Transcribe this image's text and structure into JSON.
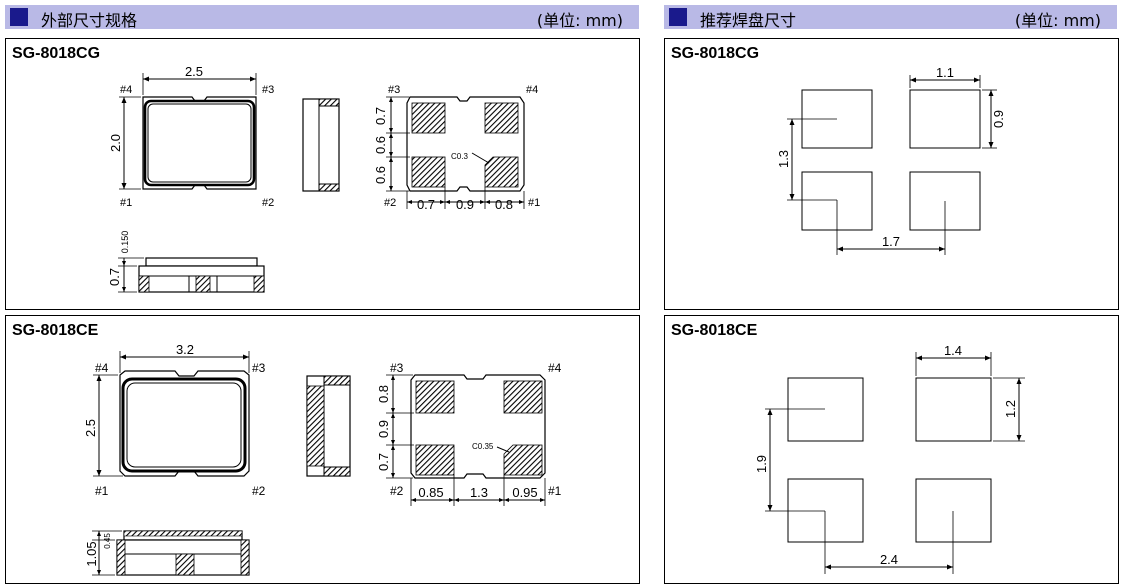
{
  "headers": {
    "left": {
      "title": "外部尺寸规格",
      "unit": "(单位: mm)"
    },
    "right": {
      "title": "推荐焊盘尺寸",
      "unit": "(单位: mm)"
    }
  },
  "panels": {
    "cg_dims": {
      "model": "SG-8018CG",
      "width": "2.5",
      "height": "2.0",
      "thickness": "0.7",
      "lid": "0.150",
      "chamfer": "C0.3",
      "pad_gaps_h": [
        "0.7",
        "0.9",
        "0.8"
      ],
      "pad_gaps_v": [
        "0.7",
        "0.6",
        "0.6"
      ],
      "pins": [
        "#1",
        "#2",
        "#3",
        "#4"
      ]
    },
    "ce_dims": {
      "model": "SG-8018CE",
      "width": "3.2",
      "height": "2.5",
      "thickness": "1.05",
      "lid": "0.45",
      "chamfer": "C0.35",
      "pad_gaps_h": [
        "0.85",
        "1.3",
        "0.95"
      ],
      "pad_gaps_v": [
        "0.8",
        "0.9",
        "0.7"
      ],
      "pins": [
        "#1",
        "#2",
        "#3",
        "#4"
      ]
    },
    "cg_pads": {
      "model": "SG-8018CG",
      "pad_w": "1.1",
      "pad_h": "0.9",
      "pitch_x": "1.7",
      "pitch_y": "1.3"
    },
    "ce_pads": {
      "model": "SG-8018CE",
      "pad_w": "1.4",
      "pad_h": "1.2",
      "pitch_x": "2.4",
      "pitch_y": "1.9"
    }
  }
}
